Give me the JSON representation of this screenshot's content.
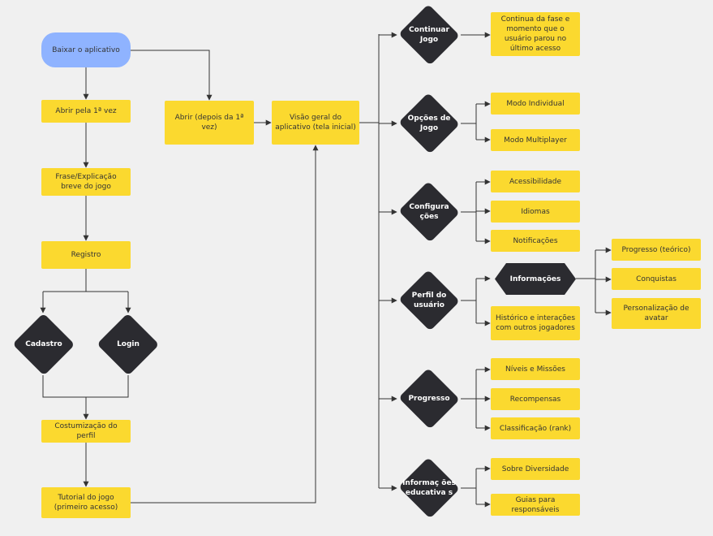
{
  "flow": {
    "start": "Baixar o aplicativo",
    "first_open": "Abrir pela 1ª vez",
    "intro": "Frase/Explicação breve do jogo",
    "register": "Registro",
    "signup": "Cadastro",
    "login": "Login",
    "profile_custom": "Costumização do perfil",
    "tutorial": "Tutorial do jogo (primeiro acesso)",
    "reopen": "Abrir (depois da 1ª vez)",
    "overview": "Visão geral do aplicativo (tela inicial)",
    "continue": "Continuar Jogo",
    "continue_desc": "Continua da fase e momento que o usuário parou no último acesso",
    "options": "Opções de Jogo",
    "mode_single": "Modo Individual",
    "mode_multi": "Modo Multiplayer",
    "settings": "Configura ções",
    "accessibility": "Acessibilidade",
    "languages": "Idiomas",
    "notifications": "Notificações",
    "user_profile": "Perfil do usuário",
    "info": "Informações",
    "progress_theory": "Progresso (teórico)",
    "achievements": "Conquistas",
    "avatar": "Personalização de avatar",
    "history": "Histórico e interações com outros jogadores",
    "progress": "Progresso",
    "levels": "Níveis e Missões",
    "rewards": "Recompensas",
    "ranking": "Classificação (rank)",
    "edu_info": "Informaç ões educativa s",
    "diversity": "Sobre Diversidade",
    "guides": "Guias para responsáveis"
  },
  "colors": {
    "process": "#fbd92f",
    "start": "#8fb3ff",
    "decision": "#2b2b30",
    "connector": "#333333",
    "background": "#f0f0f0"
  }
}
